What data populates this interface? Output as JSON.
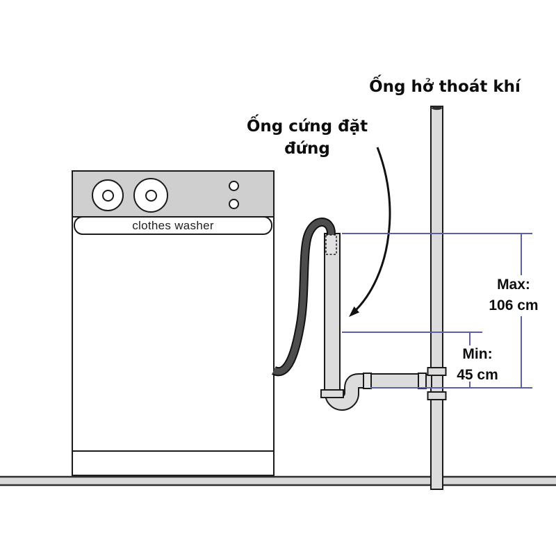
{
  "labels": {
    "vent_pipe": "Ống hở thoát khí",
    "standpipe": "Ống cứng đặt đứng"
  },
  "washer": {
    "label": "clothes washer"
  },
  "dimensions": {
    "max": {
      "label": "Max:",
      "value": "106 cm"
    },
    "min": {
      "label": "Min:",
      "value": "45 cm"
    }
  },
  "colors": {
    "dimension_line": "#5a5fa8",
    "pipe_fill": "#dcdcdc",
    "pipe_ring_fill": "#e4e4e4",
    "pipe_outline": "#1a1a1a",
    "hose": "#4d4d4d",
    "panel_gray": "#cfcfcf",
    "floor_gray": "#d9d9d9"
  }
}
